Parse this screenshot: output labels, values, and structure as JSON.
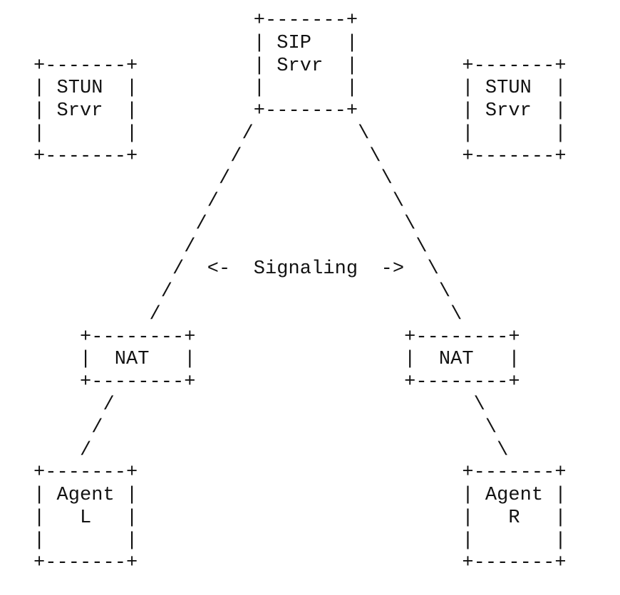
{
  "diagram": {
    "title": "ICE deployment scenario (ASCII network diagram)",
    "ascii": "                   +-------+\n                   | SIP   |\n+-------+          | Srvr  |         +-------+\n| STUN  |          |       |         | STUN  |\n| Srvr  |          +-------+         | Srvr  |\n|       |         /         \\        |       |\n+-------+        /           \\       +-------+\n                /             \\\n               /               \\\n              /                 \\\n             /                   \\\n            /  <-  Signaling  ->  \\\n           /                       \\\n          /                         \\\n    +--------+                  +--------+\n    |  NAT   |                  |  NAT   |\n    +--------+                  +--------+\n      /                               \\\n     /                                 \\\n    /                                   \\\n+-------+                            +-------+\n| Agent |                            | Agent |\n|   L   |                            |   R   |\n|       |                            |       |\n+-------+                            +-------+",
    "nodes": [
      {
        "id": "sip-server",
        "label": "SIP Srvr"
      },
      {
        "id": "stun-server-left",
        "label": "STUN Srvr"
      },
      {
        "id": "stun-server-right",
        "label": "STUN Srvr"
      },
      {
        "id": "nat-left",
        "label": "NAT"
      },
      {
        "id": "nat-right",
        "label": "NAT"
      },
      {
        "id": "agent-left",
        "label": "Agent L"
      },
      {
        "id": "agent-right",
        "label": "Agent R"
      }
    ],
    "annotations": [
      {
        "id": "signaling-label",
        "text": "<-  Signaling  ->"
      }
    ],
    "connections": [
      {
        "from": "sip-server",
        "to": "nat-left",
        "style": "dashed-diagonal"
      },
      {
        "from": "sip-server",
        "to": "nat-right",
        "style": "dashed-diagonal"
      },
      {
        "from": "nat-left",
        "to": "agent-left",
        "style": "dashed-diagonal"
      },
      {
        "from": "nat-right",
        "to": "agent-right",
        "style": "dashed-diagonal"
      }
    ],
    "colors": {
      "ink": "#121212",
      "background": "#ffffff"
    }
  }
}
